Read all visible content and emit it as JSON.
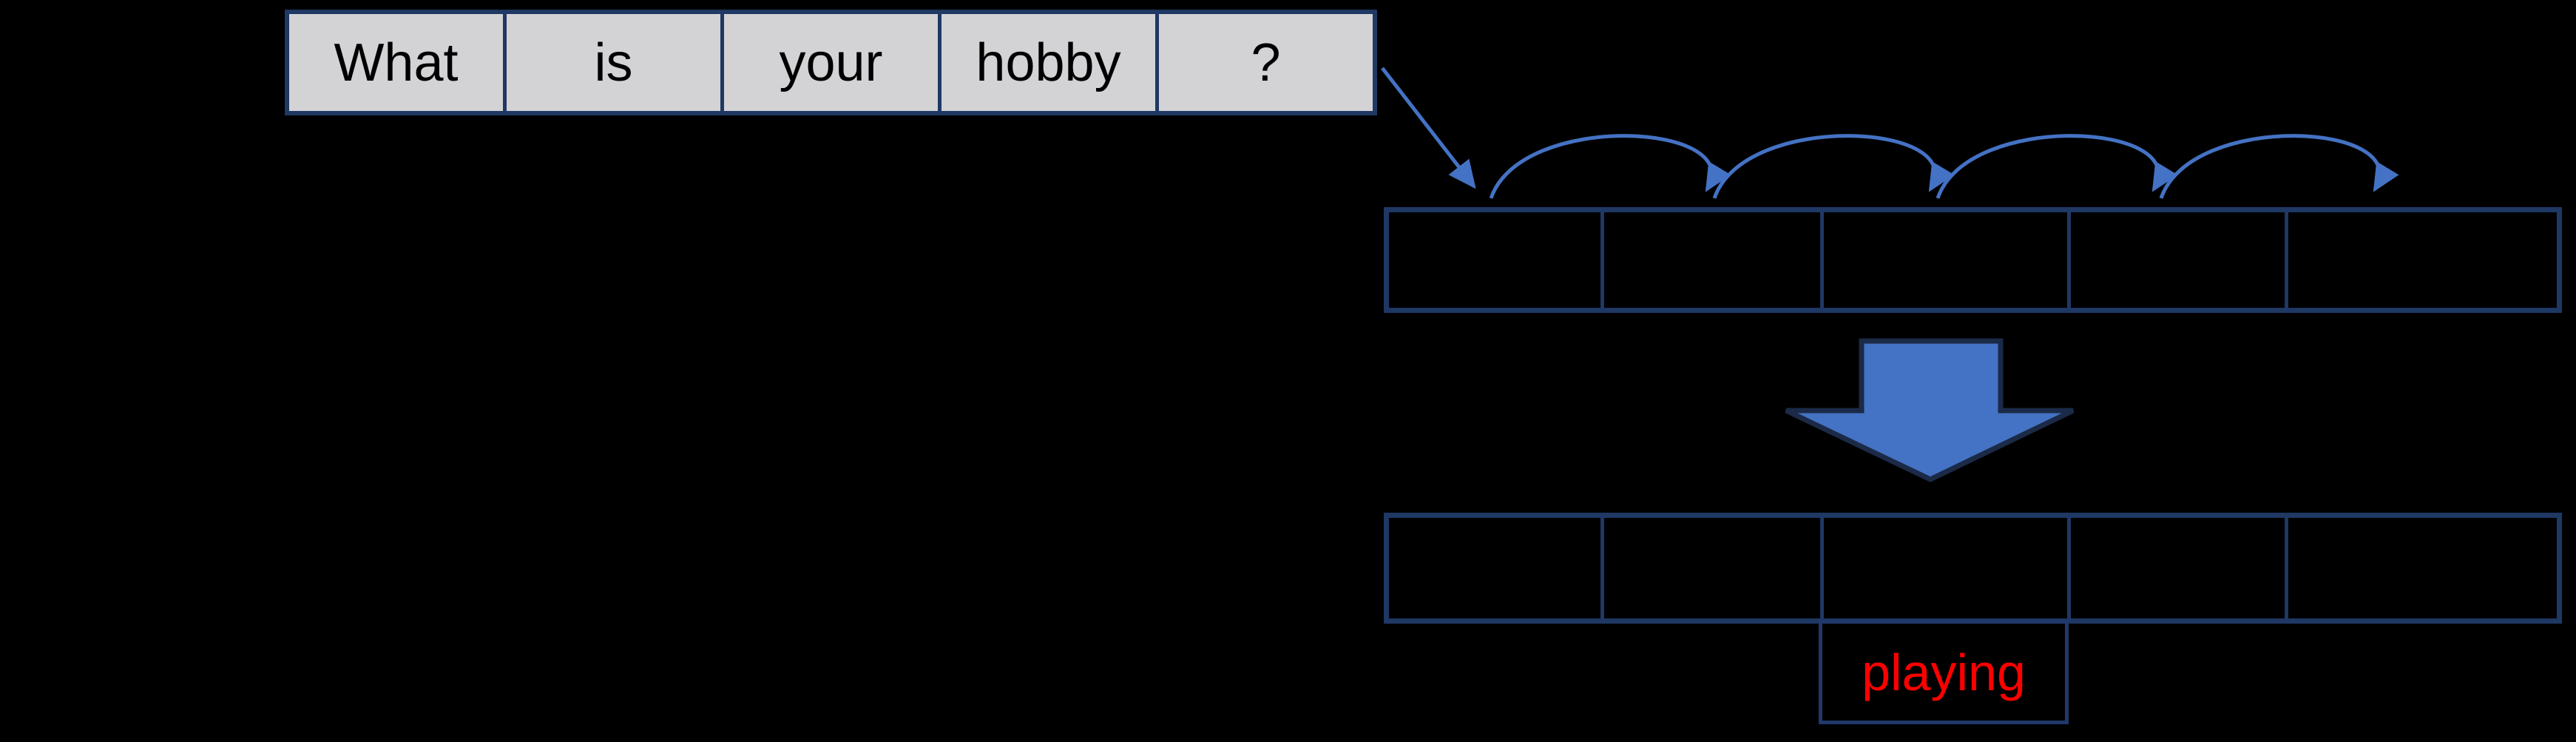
{
  "sentence_row": {
    "words": [
      "What",
      "is",
      "your",
      "hobby",
      "?"
    ],
    "text_color": "#000000",
    "cell_fill": "#D3D3D5"
  },
  "token_rows": {
    "top_cell_count": 5,
    "bottom_cell_count": 5,
    "cells_are_empty": true
  },
  "output": {
    "label": "playing",
    "text_color": "#FF0000"
  },
  "icons": {
    "input_arrow": "diagonal-arrow-icon",
    "hop_arrows": "arc-hop-arrow-icon",
    "transform_arrow": "block-down-arrow-icon"
  },
  "colors": {
    "background": "#000000",
    "border_navy": "#1F3864",
    "accent_blue": "#4472C4",
    "block_arrow_outline": "#1B2A47",
    "result_red": "#FF0000",
    "sentence_cell_gray": "#D3D3D5"
  }
}
